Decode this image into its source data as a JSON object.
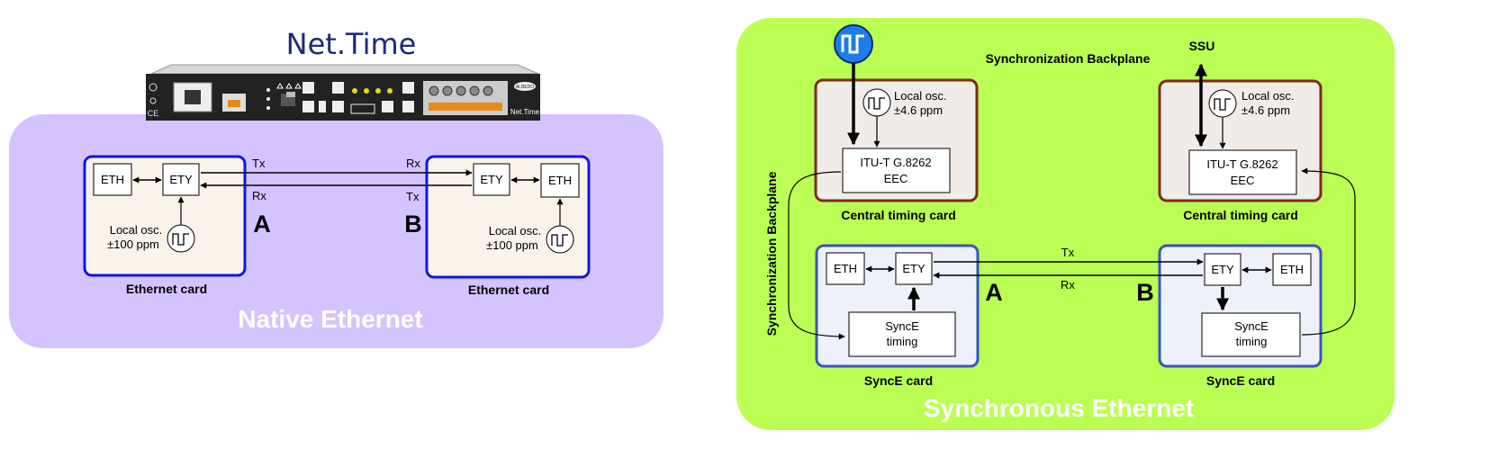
{
  "left": {
    "device_title": "Net.Time",
    "device_brand": "ALBEDO",
    "device_model": "Net.Time",
    "device_ce": "CE",
    "panel_title": "Native Ethernet",
    "card_a": {
      "eth": "ETH",
      "ety": "ETY",
      "osc_line1": "Local osc.",
      "osc_line2": "±100 ppm",
      "caption": "Ethernet card"
    },
    "card_b": {
      "eth": "ETH",
      "ety": "ETY",
      "osc_line1": "Local osc.",
      "osc_line2": "±100 ppm",
      "caption": "Ethernet card"
    },
    "tx_a": "Tx",
    "rx_a": "Rx",
    "rx_b": "Rx",
    "tx_b": "Tx",
    "label_a": "A",
    "label_b": "B"
  },
  "right": {
    "panel_title": "Synchronous Ethernet",
    "backplane_top": "Synchronization Backplane",
    "backplane_left": "Synchronization Backplane",
    "ssu": "SSU",
    "timing_a": {
      "osc_line1": "Local osc.",
      "osc_line2": "±4.6 ppm",
      "eec_line1": "ITU-T G.8262",
      "eec_line2": "EEC",
      "caption": "Central timing card"
    },
    "timing_b": {
      "osc_line1": "Local osc.",
      "osc_line2": "±4.6 ppm",
      "eec_line1": "ITU-T G.8262",
      "eec_line2": "EEC",
      "caption": "Central timing card"
    },
    "synce_a": {
      "eth": "ETH",
      "ety": "ETY",
      "timing_line1": "SyncE",
      "timing_line2": "timing",
      "caption": "SyncE card"
    },
    "synce_b": {
      "eth": "ETH",
      "ety": "ETY",
      "timing_line1": "SyncE",
      "timing_line2": "timing",
      "caption": "SyncE card"
    },
    "tx": "Tx",
    "rx": "Rx",
    "label_a": "A",
    "label_b": "B"
  },
  "colors": {
    "native_panel": "#d5c3ff",
    "synce_panel": "#bbff55",
    "card_border": "#1414e0",
    "timing_border": "#7a2a1a",
    "synce_border": "#3a55b8",
    "title_blue": "#1c2a7a",
    "clock_icon": "#1e7ce8"
  }
}
